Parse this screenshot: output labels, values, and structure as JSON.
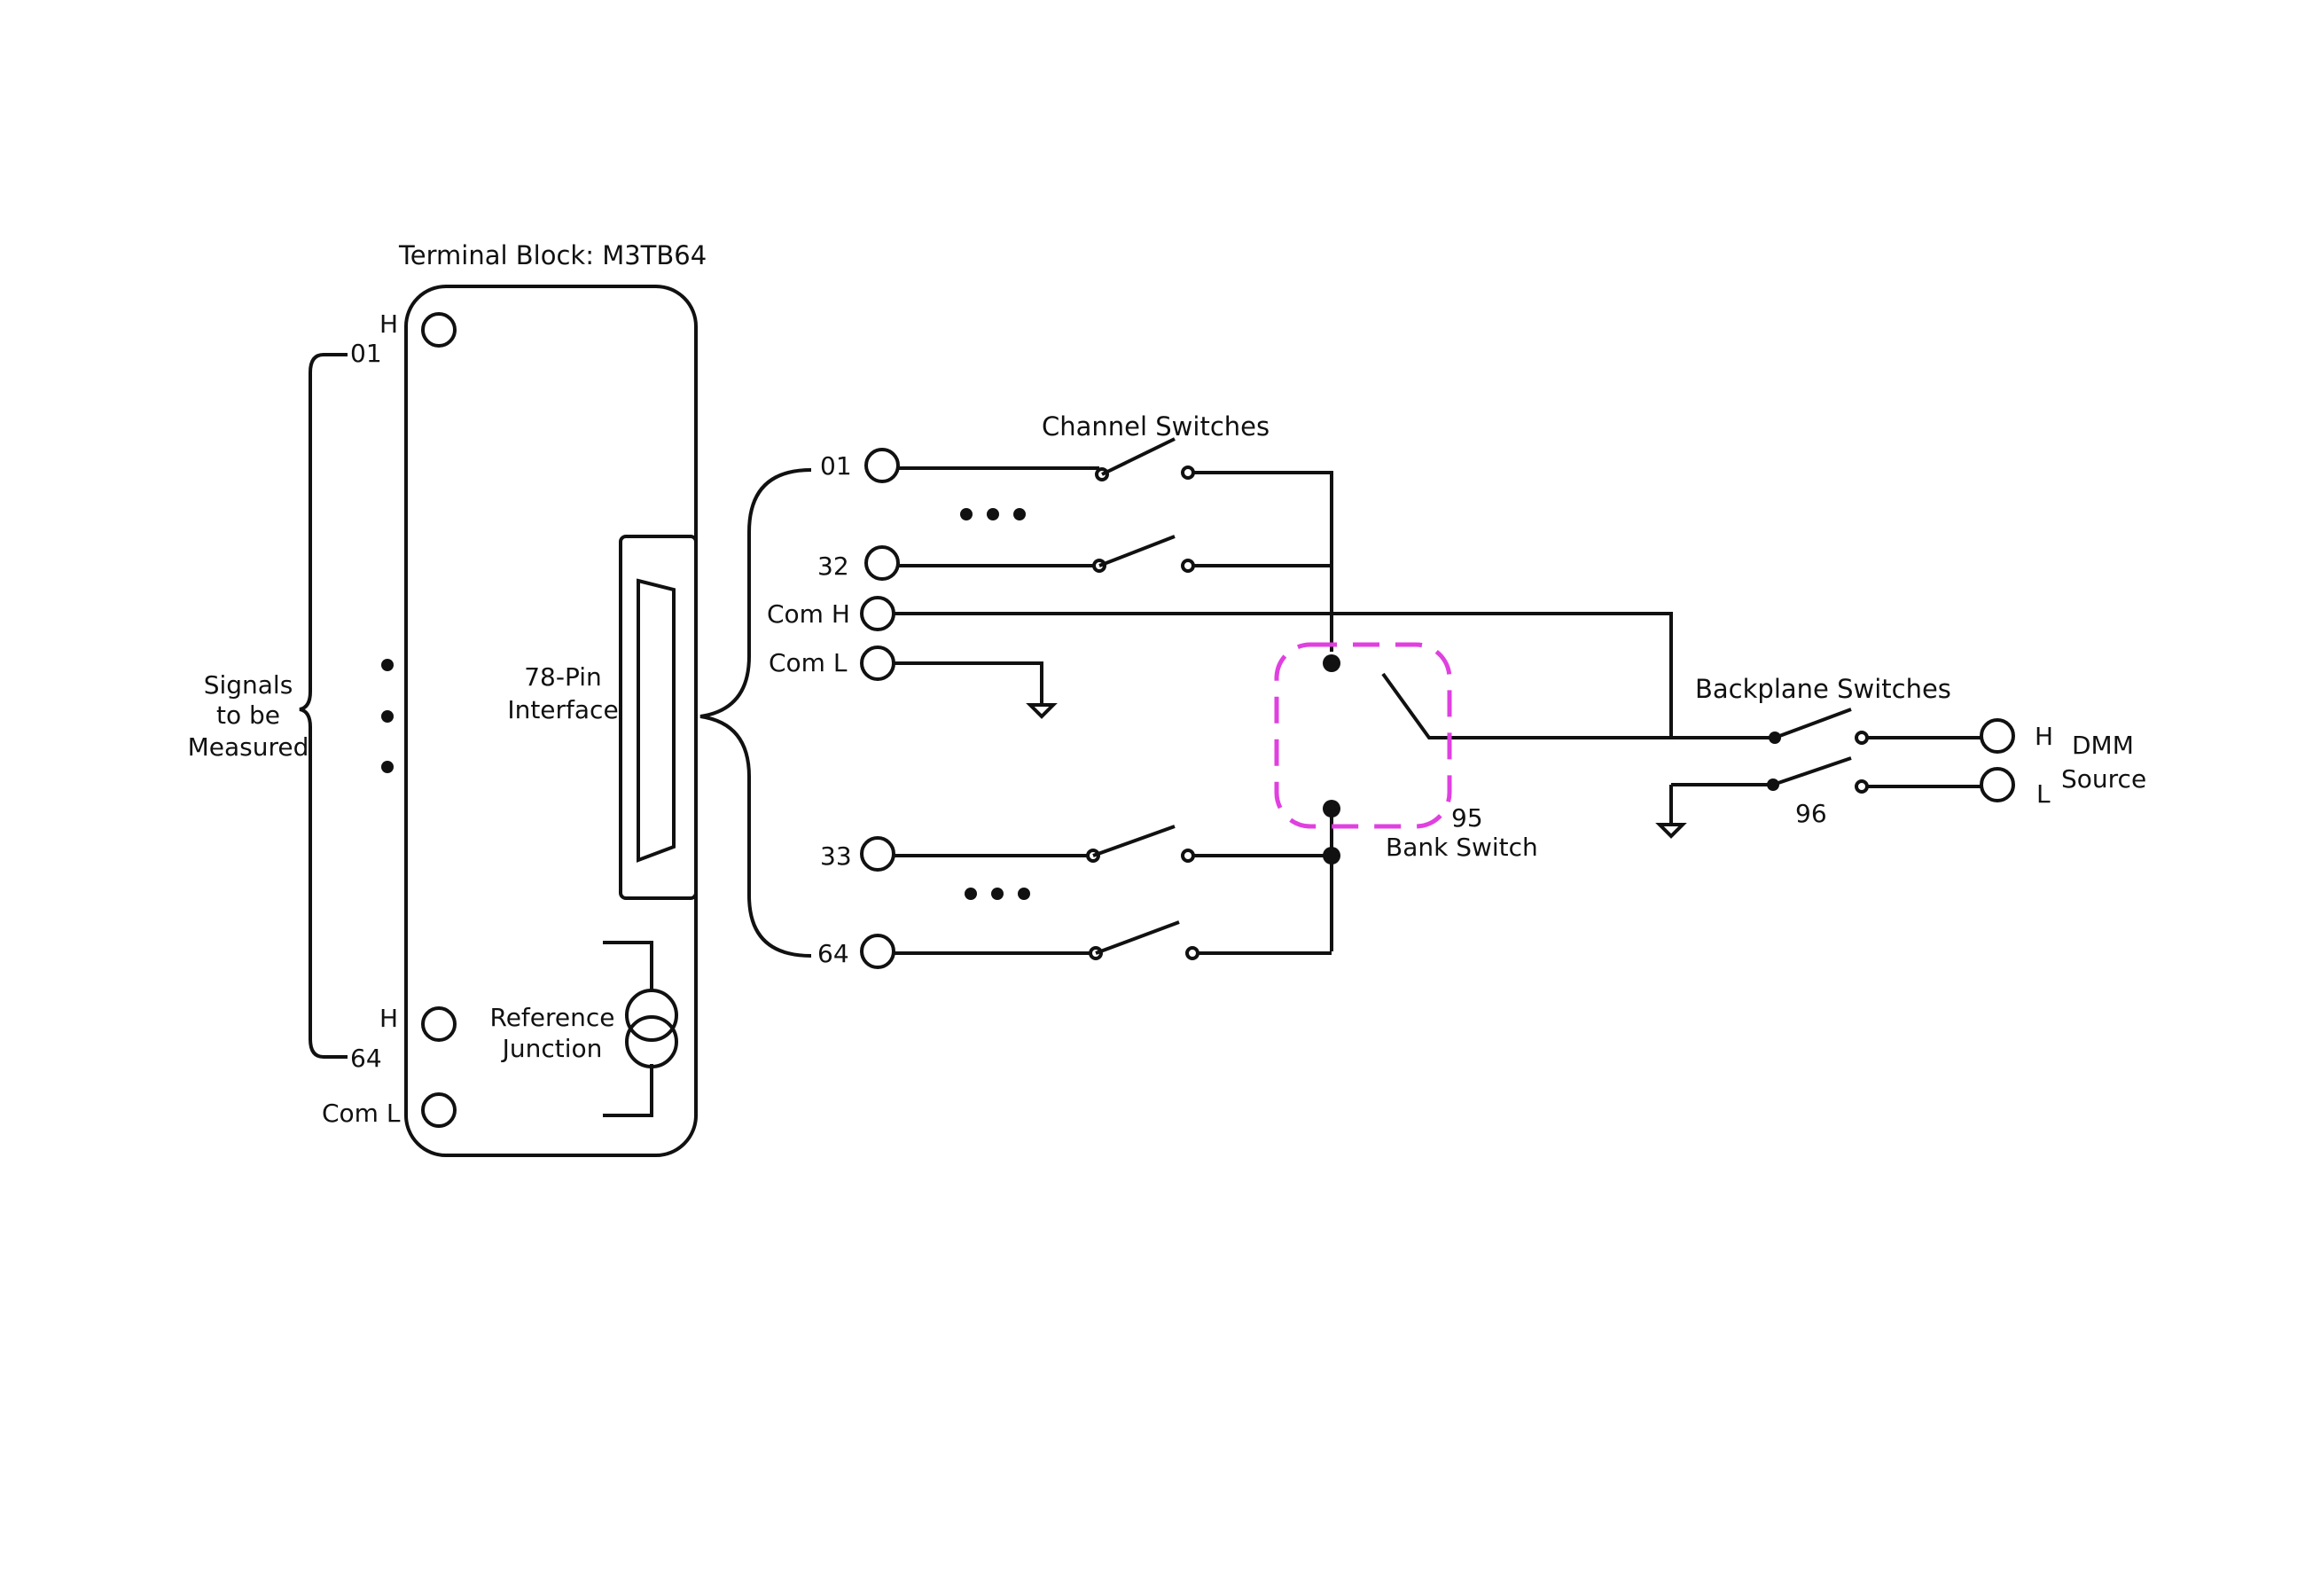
{
  "terminal_block": {
    "title": "Terminal Block: M3TB64",
    "pin_h_top": "H",
    "pin_01": "01",
    "pin_h_bottom": "H",
    "pin_64": "64",
    "pin_com_l": "Com L",
    "signals_line1": "Signals",
    "signals_line2": "to be",
    "signals_line3": "Measured",
    "interface_line1": "78-Pin",
    "interface_line2": "Interface",
    "ref_line1": "Reference",
    "ref_line2": "Junction"
  },
  "module": {
    "channel_switches": "Channel Switches",
    "ch_01": "01",
    "ch_32": "32",
    "com_h": "Com H",
    "com_l": "Com L",
    "ch_33": "33",
    "ch_64": "64",
    "bank_switch_num": "95",
    "bank_switch_label": "Bank Switch",
    "backplane_switches": "Backplane Switches",
    "backplane_num": "96",
    "out_h": "H",
    "out_l": "L",
    "dmm": "DMM",
    "source": "Source"
  },
  "colors": {
    "line": "#111111",
    "highlight": "#e040e0"
  }
}
